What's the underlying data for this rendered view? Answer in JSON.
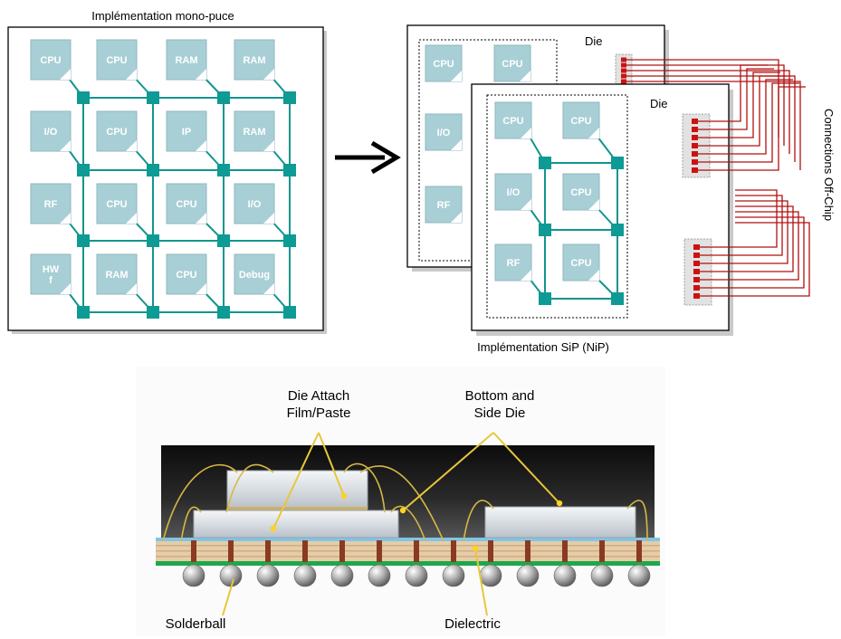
{
  "top": {
    "mono_title": "Implémentation mono-puce",
    "sip_caption": "Implémentation SiP (NiP)",
    "die_label_back": "Die",
    "die_label_front": "Die",
    "side_label": "Connections Off-Chip",
    "mono_cores": [
      "CPU",
      "CPU",
      "RAM",
      "RAM",
      "I/O",
      "CPU",
      "IP",
      "RAM",
      "RF",
      "CPU",
      "CPU",
      "I/O",
      "HW\nf",
      "RAM",
      "CPU",
      "Debug"
    ],
    "back_die_cores": [
      "CPU",
      "CPU",
      "I/O",
      "RF"
    ],
    "front_die_cores": [
      "CPU",
      "CPU",
      "I/O",
      "CPU",
      "RF",
      "CPU"
    ]
  },
  "bottom": {
    "labels": {
      "die_attach_1": "Die Attach",
      "die_attach_2": "Film/Paste",
      "bottom_side_1": "Bottom and",
      "bottom_side_2": "Side Die",
      "solderball": "Solderball",
      "dielectric": "Dielectric"
    }
  },
  "colors": {
    "mesh": "#13948f",
    "core": "#a8cfd6",
    "wires": "#b01010",
    "substrate": "#e2c9a6"
  }
}
